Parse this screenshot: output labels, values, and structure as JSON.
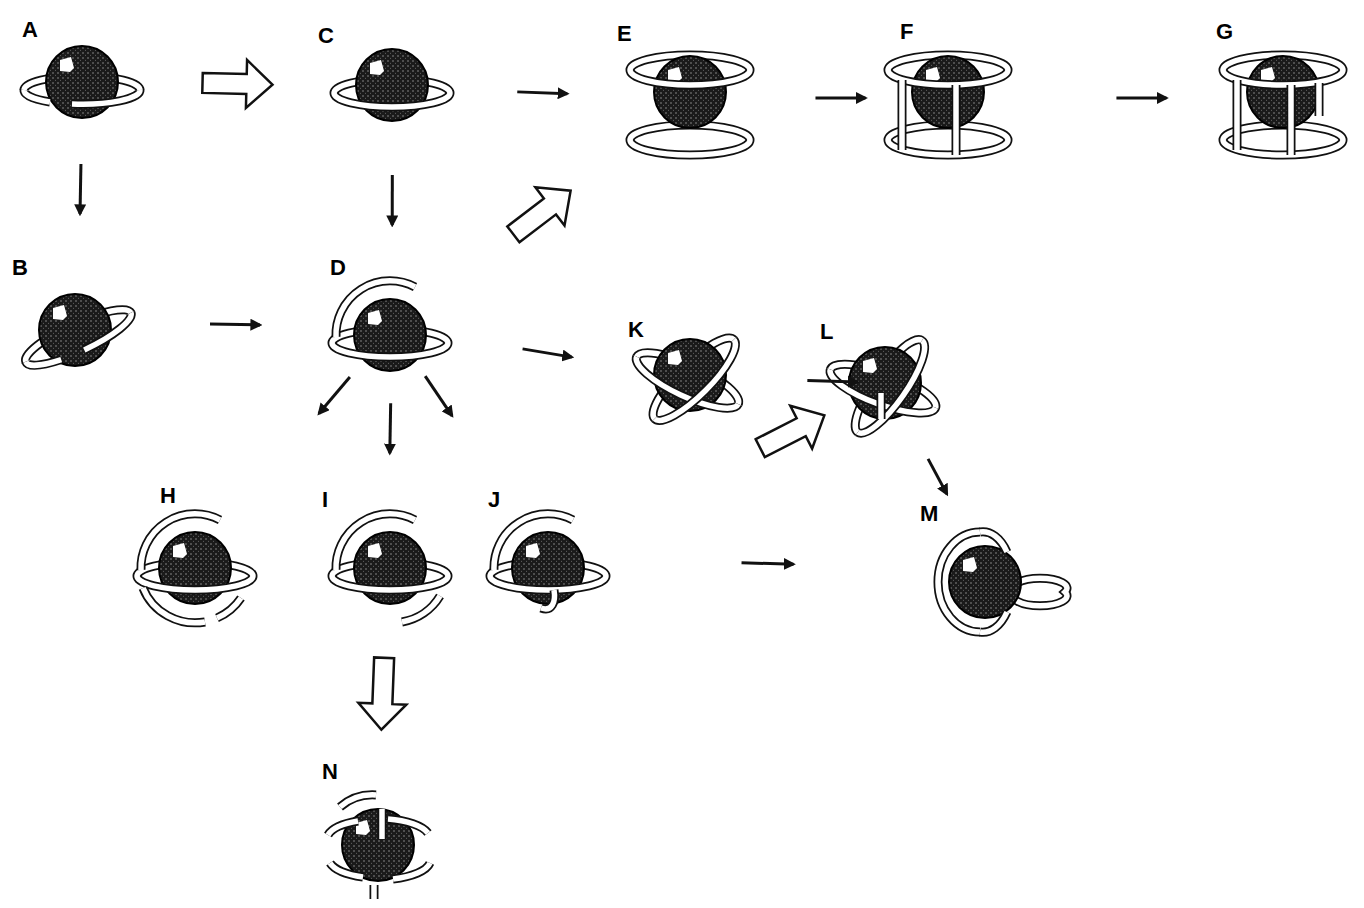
{
  "diagram": {
    "nodes": [
      {
        "text": [
          "A"
        ]
      },
      {
        "text": [
          "C"
        ]
      },
      {
        "text": [
          "E"
        ]
      },
      {
        "text": [
          "F"
        ]
      },
      {
        "text": [
          "G"
        ]
      },
      {
        "text": [
          "B"
        ]
      },
      {
        "text": [
          "D"
        ]
      },
      {
        "text": [
          "K"
        ]
      },
      {
        "text": [
          "L"
        ]
      },
      {
        "text": [
          "H"
        ]
      },
      {
        "text": [
          "I"
        ]
      },
      {
        "text": [
          "J"
        ]
      },
      {
        "text": [
          "M"
        ]
      },
      {
        "text": [
          "N"
        ]
      }
    ],
    "edges": [
      {
        "from": 0,
        "to": 1,
        "arrow": "to"
      },
      {
        "from": 1,
        "to": 2,
        "arrow": "to"
      },
      {
        "from": 2,
        "to": 3,
        "arrow": "to"
      },
      {
        "from": 3,
        "to": 4,
        "arrow": "to"
      },
      {
        "from": 0,
        "to": 5,
        "arrow": "to"
      },
      {
        "from": 1,
        "to": 6,
        "arrow": "to"
      },
      {
        "from": 5,
        "to": 6,
        "arrow": "to"
      },
      {
        "from": 6,
        "to": 2,
        "arrow": "to"
      },
      {
        "from": 6,
        "to": 7,
        "arrow": "to"
      },
      {
        "from": 7,
        "to": 8,
        "arrow": "to"
      },
      {
        "from": 8,
        "to": 12,
        "arrow": "to"
      },
      {
        "from": 6,
        "to": 9,
        "arrow": "to"
      },
      {
        "from": 6,
        "to": 10,
        "arrow": "to"
      },
      {
        "from": 6,
        "to": 11,
        "arrow": "to"
      },
      {
        "from": 11,
        "to": 12,
        "arrow": "to"
      },
      {
        "from": 11,
        "to": 8,
        "arrow": "to"
      },
      {
        "from": 10,
        "to": 13,
        "arrow": "to"
      }
    ]
  }
}
